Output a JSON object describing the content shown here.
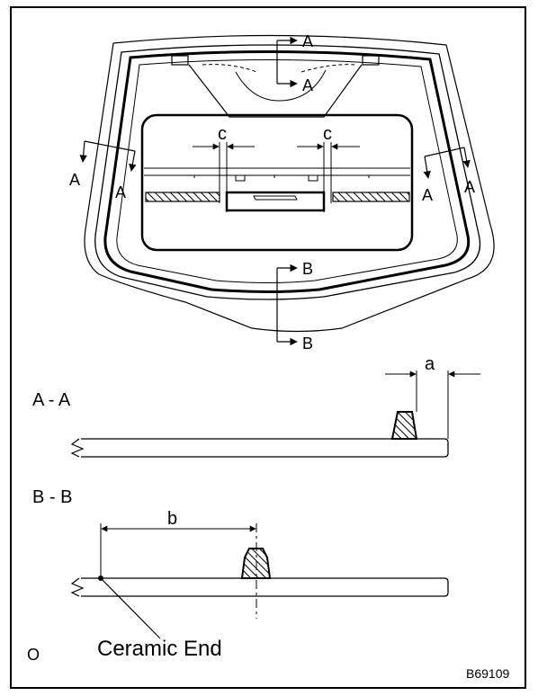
{
  "labels": {
    "section_a_top": "A",
    "section_a_top2": "A",
    "section_a_left1": "A",
    "section_a_left2": "A",
    "section_a_right1": "A",
    "section_a_right2": "A",
    "section_b_top": "B",
    "section_b_bottom": "B",
    "dim_c_left": "c",
    "dim_c_right": "c",
    "dim_a": "a",
    "dim_b": "b",
    "view_aa_title": "A - A",
    "view_bb_title": "B - B",
    "ceramic_end": "Ceramic End",
    "corner_mark": "O",
    "figure_code": "B69109"
  },
  "colors": {
    "stroke": "#000000",
    "background": "#ffffff"
  }
}
